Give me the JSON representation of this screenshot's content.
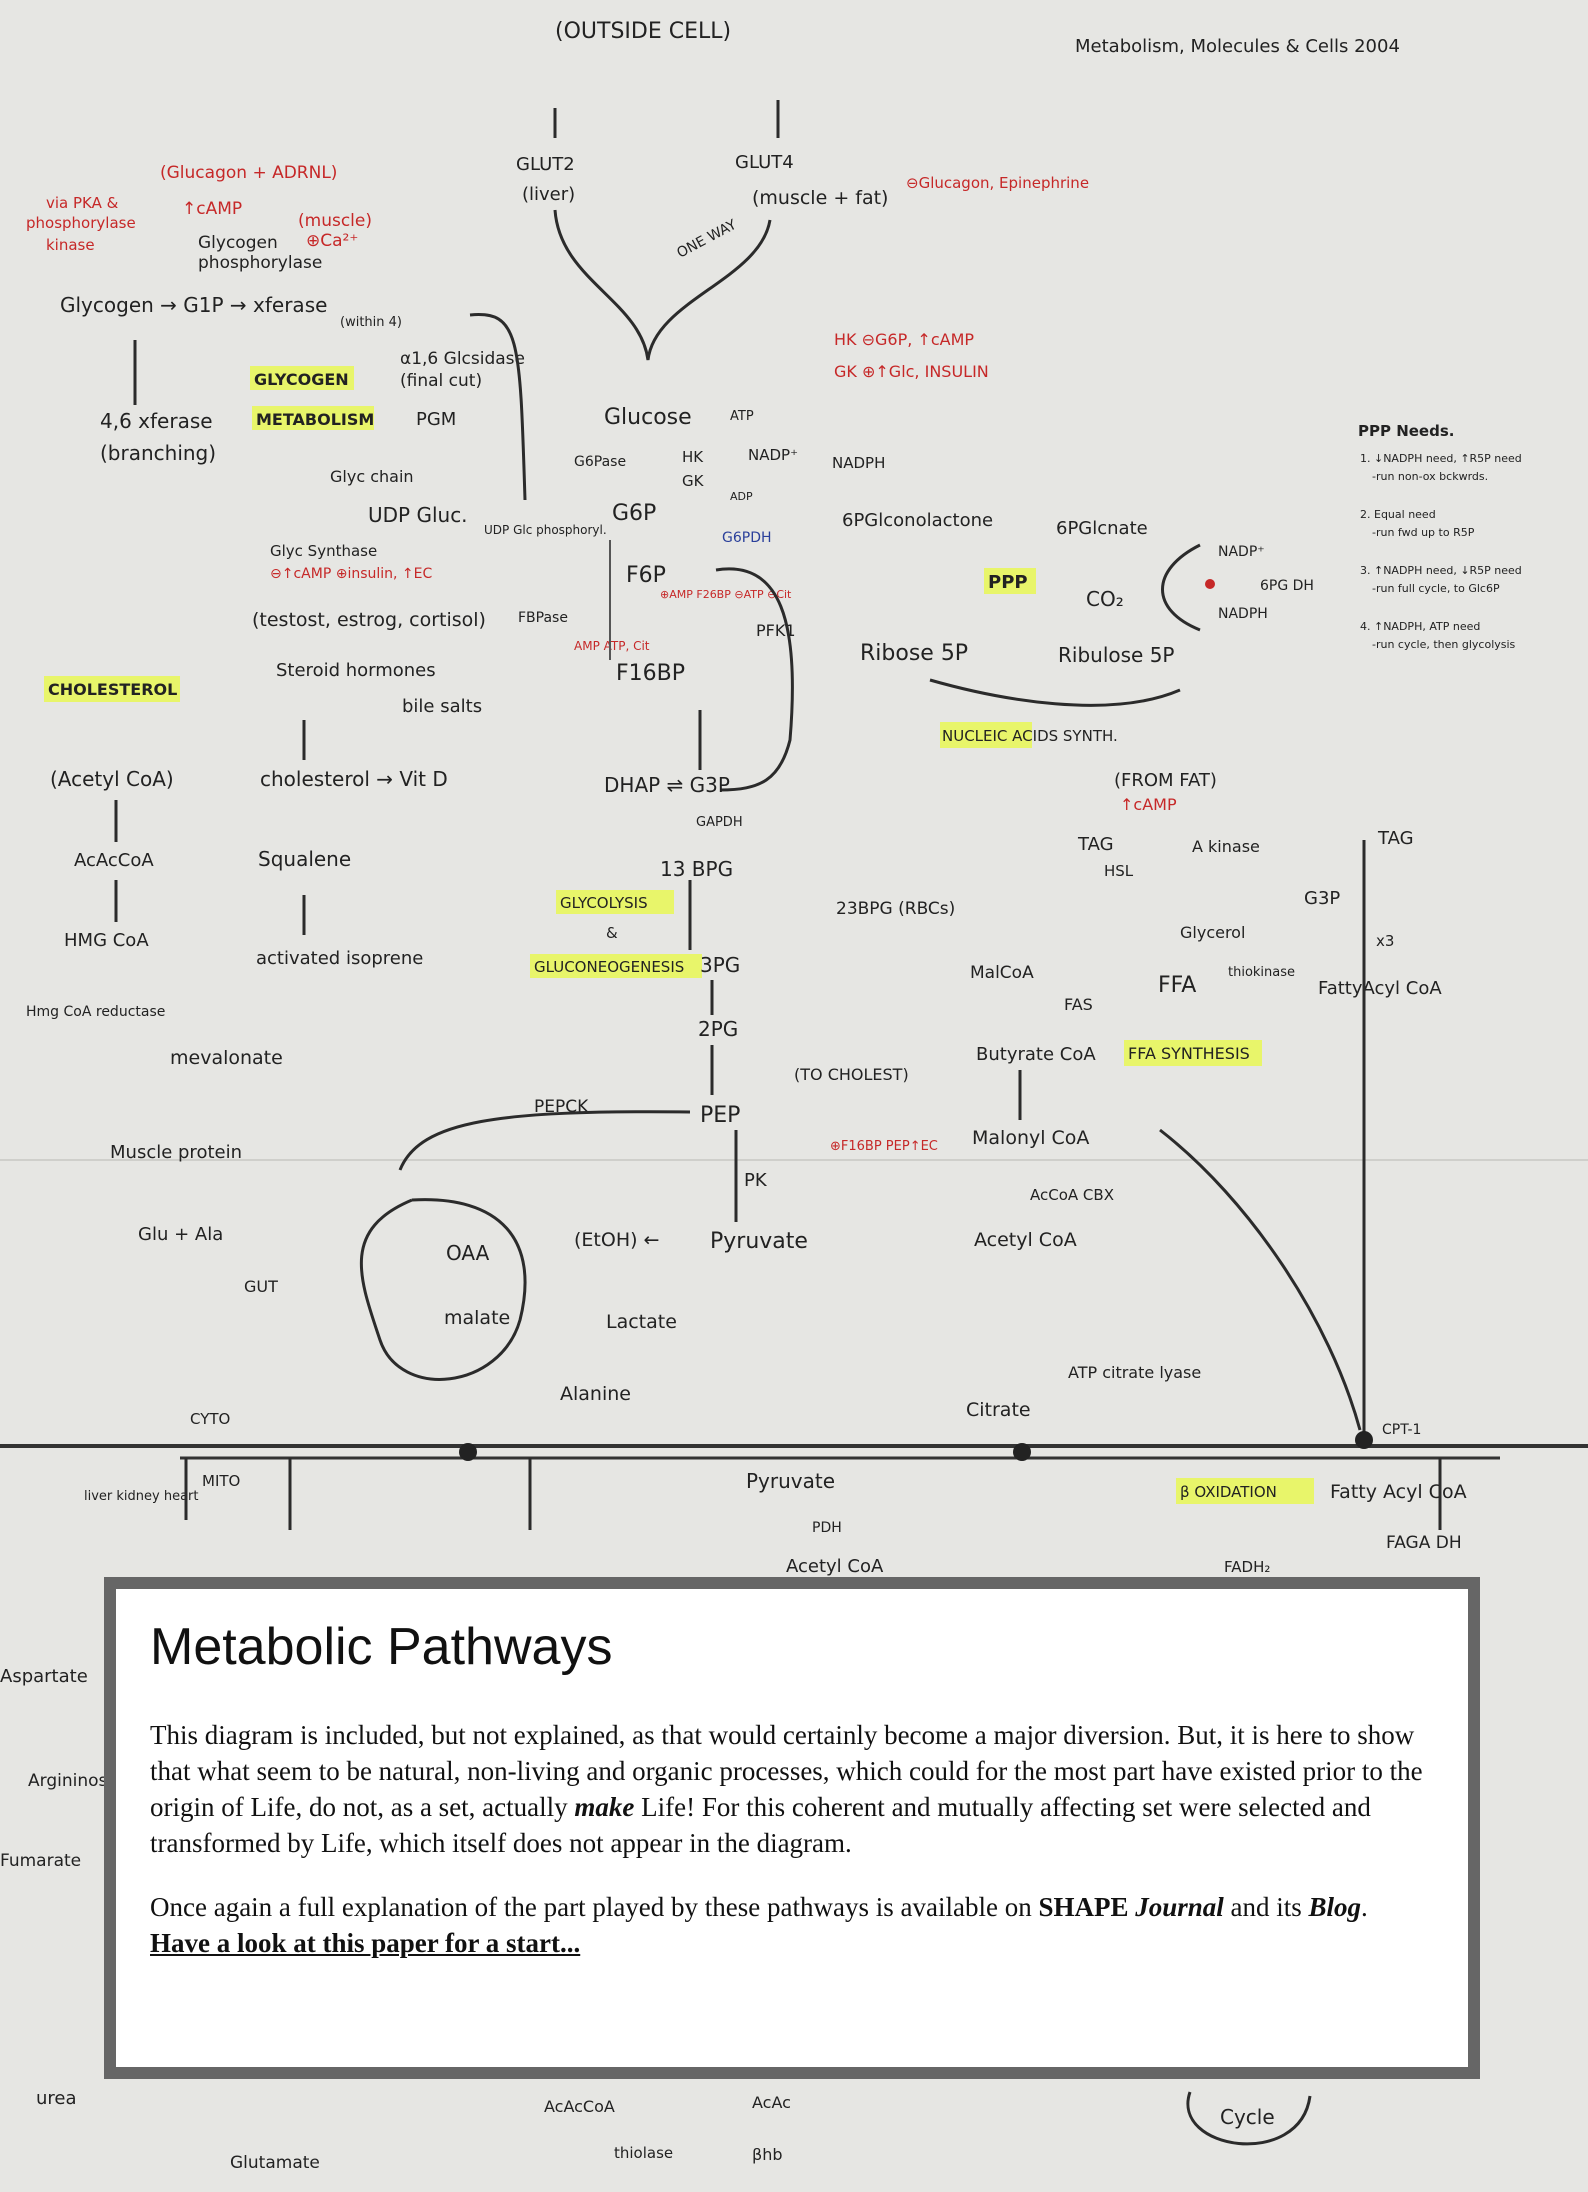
{
  "diagram": {
    "header_center": "(OUTSIDE CELL)",
    "header_right": "Metabolism, Molecules & Cells 2004",
    "labels": {
      "glut2": "GLUT2",
      "glut2_sub": "(liver)",
      "glut4": "GLUT4",
      "glut4_sub": "(muscle + fat)",
      "glut4_reg": "⊖Glucagon, Epinephrine",
      "one_way": "ONE WAY",
      "glucagon": "(Glucagon + ADRNL)",
      "via_pka": "via PKA &",
      "phosphorylase": "phosphorylase",
      "kinase": "kinase",
      "camp": "↑cAMP",
      "muscle": "(muscle)",
      "ca": "⊕Ca²⁺",
      "glycogen_phos": "Glycogen",
      "glycogen_phos2": "phosphorylase",
      "glycogen_chain": "Glycogen → G1P → xferase",
      "within4": "(within 4)",
      "a16": "α1,6 Glcsidase",
      "final_cut": "(final cut)",
      "glycogen_meta_1": "GLYCOGEN",
      "glycogen_meta_2": "METABOLISM",
      "pgm": "PGM",
      "xferase46": "4,6 xferase",
      "branching": "(branching)",
      "glyc_chain": "Glyc chain",
      "udp_gluc": "UDP Gluc.",
      "glyc_synth": "Glyc Synthase",
      "glyc_synth_reg": "⊖↑cAMP ⊕insulin, ↑EC",
      "udp_glc_phos": "UDP Glc phosphoryl.",
      "hk_gk_1": "HK ⊖G6P, ↑cAMP",
      "hk_gk_2": "GK ⊕↑Glc, INSULIN",
      "glucose": "Glucose",
      "atp": "ATP",
      "g6pase": "G6Pase",
      "hk": "HK",
      "gk": "GK",
      "adp": "ADP",
      "nadp": "NADP⁺",
      "nadph": "NADPH",
      "g6p": "G6P",
      "g6pdh": "G6PDH",
      "glcono": "6PGlconolactone",
      "pglcnate": "6PGlcnate",
      "ppp": "PPP",
      "co2": "CO₂",
      "pgdh": "6PG DH",
      "ribose": "Ribose 5P",
      "ribulose": "Ribulose 5P",
      "f6p": "F6P",
      "pfk": "PFK1",
      "pfk_reg": "⊕AMP F26BP ⊖ATP ⊖Cit",
      "f16bp": "F16BP",
      "fbpase": "FBPase",
      "fbpase_reg": "AMP ATP, Cit",
      "steroids": "(testost, estrog, cortisol)",
      "steroid_h": "Steroid hormones",
      "bile": "bile salts",
      "cholesterol_hl": "CHOLESTEROL",
      "acetylcoa_p": "(Acetyl CoA)",
      "cholesterol": "cholesterol → Vit D",
      "acaccoa": "AcAcCoA",
      "squalene": "Squalene",
      "hmgcoa": "HMG CoA",
      "activated": "activated isoprene",
      "hmgred": "Hmg CoA reductase",
      "mevalonate": "mevalonate",
      "nucleic": "NUCLEIC ACIDS SYNTH.",
      "dhap": "DHAP ⇌ G3P",
      "gapdh": "GAPDH",
      "bpg": "13 BPG",
      "bpg23": "23BPG (RBCs)",
      "glycolysis_1": "GLYCOLYSIS",
      "glycolysis_2": "&",
      "glycolysis_3": "GLUCONEOGENESIS",
      "pg3": "3PG",
      "pg2": "2PG",
      "to_chol": "(TO CHOLEST)",
      "pepck": "PEPCK",
      "pep": "PEP",
      "pk": "PK",
      "pk_reg": "⊕F16BP PEP↑EC",
      "pyruvate": "Pyruvate",
      "etoh": "(EtOH) ←",
      "oaa": "OAA",
      "malate": "malate",
      "lactate": "Lactate",
      "alanine": "Alanine",
      "muscle_protein": "Muscle protein",
      "glu_ala": "Glu + Ala",
      "gut": "GUT",
      "from_fat": "(FROM FAT)",
      "tag": "TAG",
      "hsl": "HSL",
      "akinase": "A kinase",
      "glycerol": "Glycerol",
      "g3p": "G3P",
      "x3": "x3",
      "malcoa": "MalCoA",
      "fas": "FAS",
      "ffa": "FFA",
      "thiokinase": "thiokinase",
      "fatty_acyl": "FattyAcyl CoA",
      "butyrate": "Butyrate CoA",
      "ffa_synth": "FFA SYNTHESIS",
      "malonyl": "Malonyl CoA",
      "acc": "AcCoA CBX",
      "acetyl": "Acetyl CoA",
      "citrate": "Citrate",
      "citrate_lyase": "ATP citrate lyase",
      "cpt1": "CPT-1",
      "cyto": "CYTO",
      "mito": "MITO",
      "liver": "liver kidney heart",
      "pyruvate_m": "Pyruvate",
      "pdh": "PDH",
      "acetyl_m": "Acetyl CoA",
      "acacoa": "AcAcCoA",
      "thiolase": "thiolase",
      "acac": "AcAc",
      "bhb": "βhb",
      "glutamate": "Glutamate",
      "beta_ox": "β OXIDATION",
      "fatty_acyl_m": "Fatty Acyl CoA",
      "faga": "FAGA DH",
      "fadh": "FADH₂",
      "aspartate": "Aspartate",
      "argininos": "Argininos",
      "fumarate": "Fumarate",
      "urea": "urea",
      "cycle": "Cycle",
      "ppp_needs": "PPP Needs.",
      "ppp_1": "1. ↓NADPH need, ↑R5P need",
      "ppp_1b": "-run non-ox bckwrds.",
      "ppp_2": "2. Equal need",
      "ppp_2b": "-run fwd up to R5P",
      "ppp_3": "3. ↑NADPH need, ↓R5P need",
      "ppp_3b": "-run full cycle, to Glc6P",
      "ppp_4": "4. ↑NADPH, ATP need",
      "ppp_4b": "-run cycle, then glycolysis"
    }
  },
  "panel": {
    "title": "Metabolic Pathways",
    "p1_a": "This diagram is included, but not explained, as that would certainly become a major diversion. But, it is here to show that what seem to be natural, non-living and organic processes, which could for the most part have existed prior to the origin of Life, do not, as a set, actually ",
    "p1_em": "make",
    "p1_b": " Life! For this coherent and mutually affecting set were selected and transformed by Life, which itself does not appear in the diagram.",
    "p2_a": "Once again a full explanation of the part played by these pathways is available on ",
    "p2_shape": "SHAPE",
    "p2_journal": "Journal",
    "p2_mid": " and its ",
    "p2_blog": "Blog",
    "p2_dot": ". ",
    "p2_link": "Have a look at this paper for a start..."
  }
}
